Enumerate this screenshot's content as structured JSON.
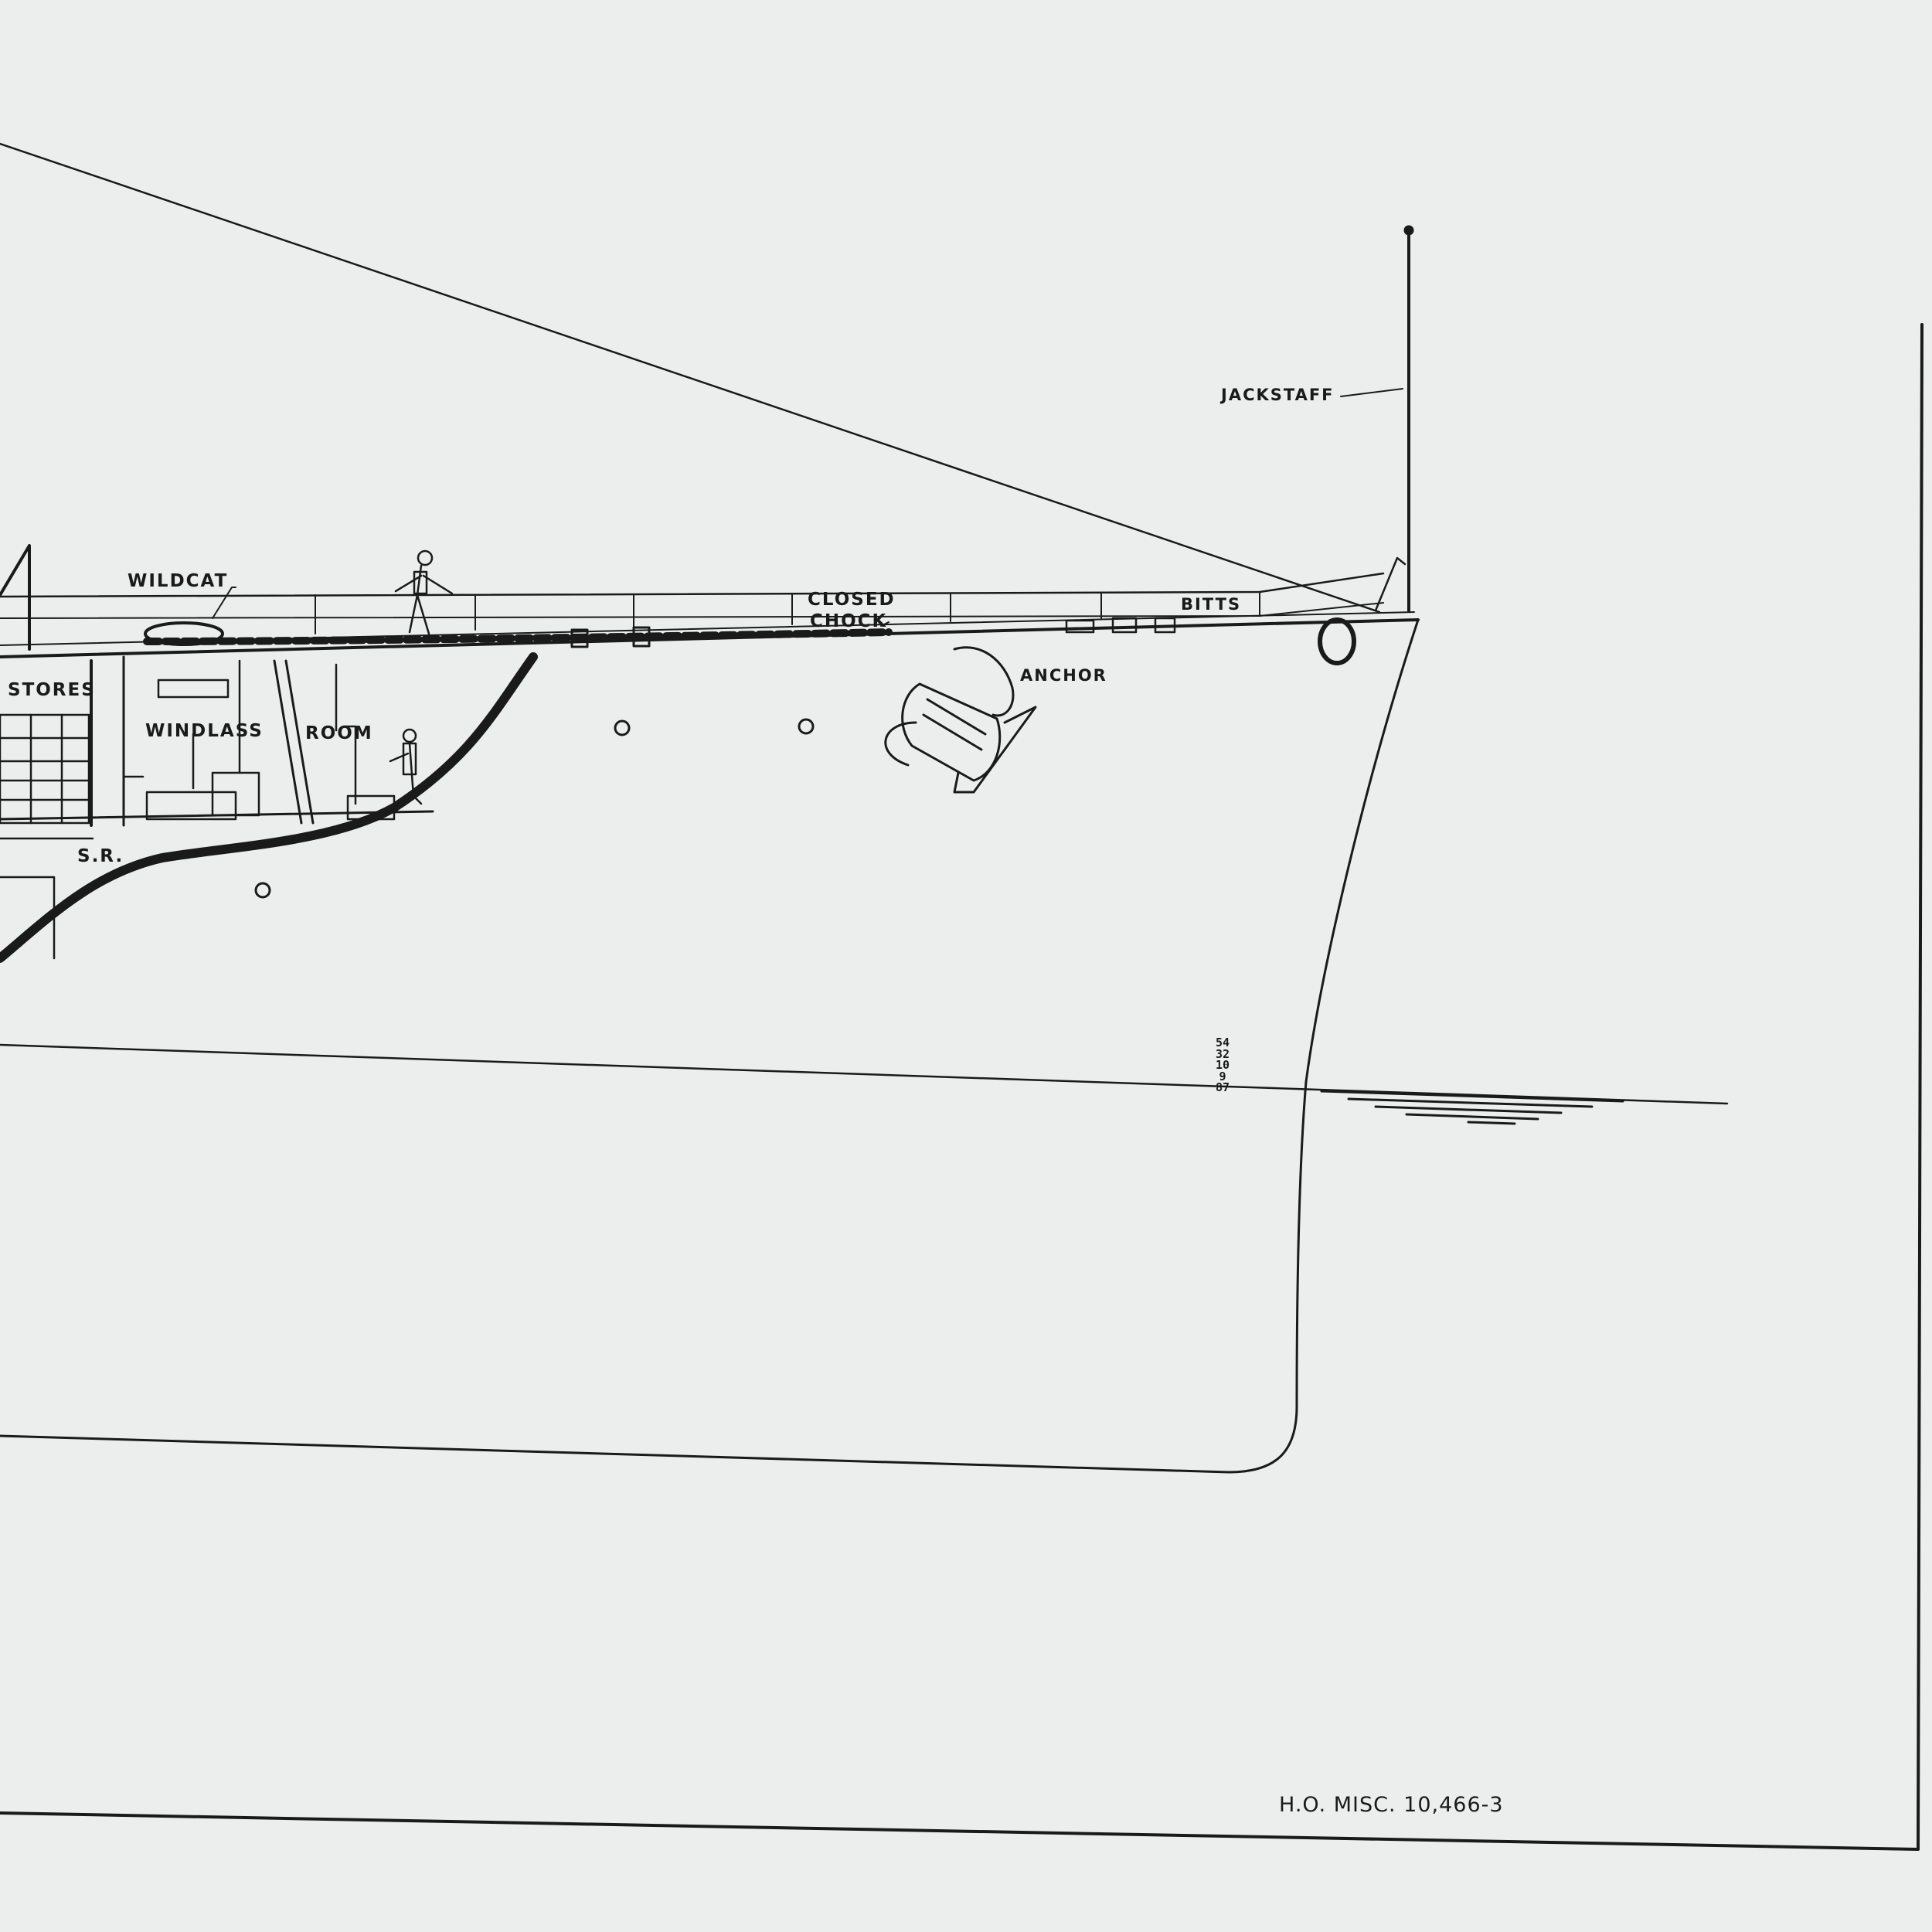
{
  "drawing": {
    "labels": {
      "jackstaff": "JACKSTAFF",
      "wildcat": "WILDCAT",
      "closed_chock_line1": "CLOSED",
      "closed_chock_line2": "CHOCK",
      "bitts": "BITTS",
      "anchor": "ANCHOR",
      "stores": "STORES",
      "windlass": "WINDLASS",
      "room": "ROOM",
      "sr": "S.R."
    },
    "draft_marks": "5432109 87",
    "document_number": "H.O. MISC. 10,466-3"
  },
  "colors": {
    "paper": "#eceeed",
    "ink": "#1a1a1a"
  }
}
